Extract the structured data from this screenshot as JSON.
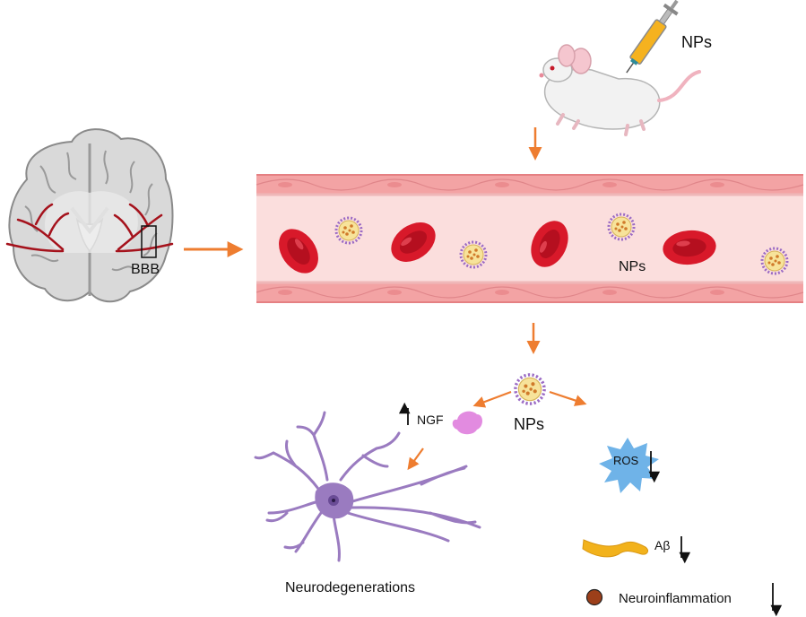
{
  "labels": {
    "nps_injection": "NPs",
    "bbb": "BBB",
    "nps_vessel": "NPs",
    "nps_center": "NPs",
    "ngf": "NGF",
    "ros": "ROS",
    "abeta": "Aβ",
    "neurodegenerations": "Neurodegenerations",
    "neuroinflammation": "Neuroinflammation"
  },
  "colors": {
    "arrow": "#ee7d30",
    "vessel_wall": "#f3a3a4",
    "vessel_lumen": "#fbdedd",
    "rbc": "#d8192a",
    "neuron": "#9a7bc0",
    "ros_burst": "#6fb3e8",
    "abeta": "#f2b21c",
    "ngf_blob": "#e28be0",
    "inflammation_dot": "#9c3f1a"
  },
  "indicators": {
    "ngf": "increase",
    "ros": "decrease",
    "abeta": "decrease",
    "neuroinflammation": "decrease"
  }
}
